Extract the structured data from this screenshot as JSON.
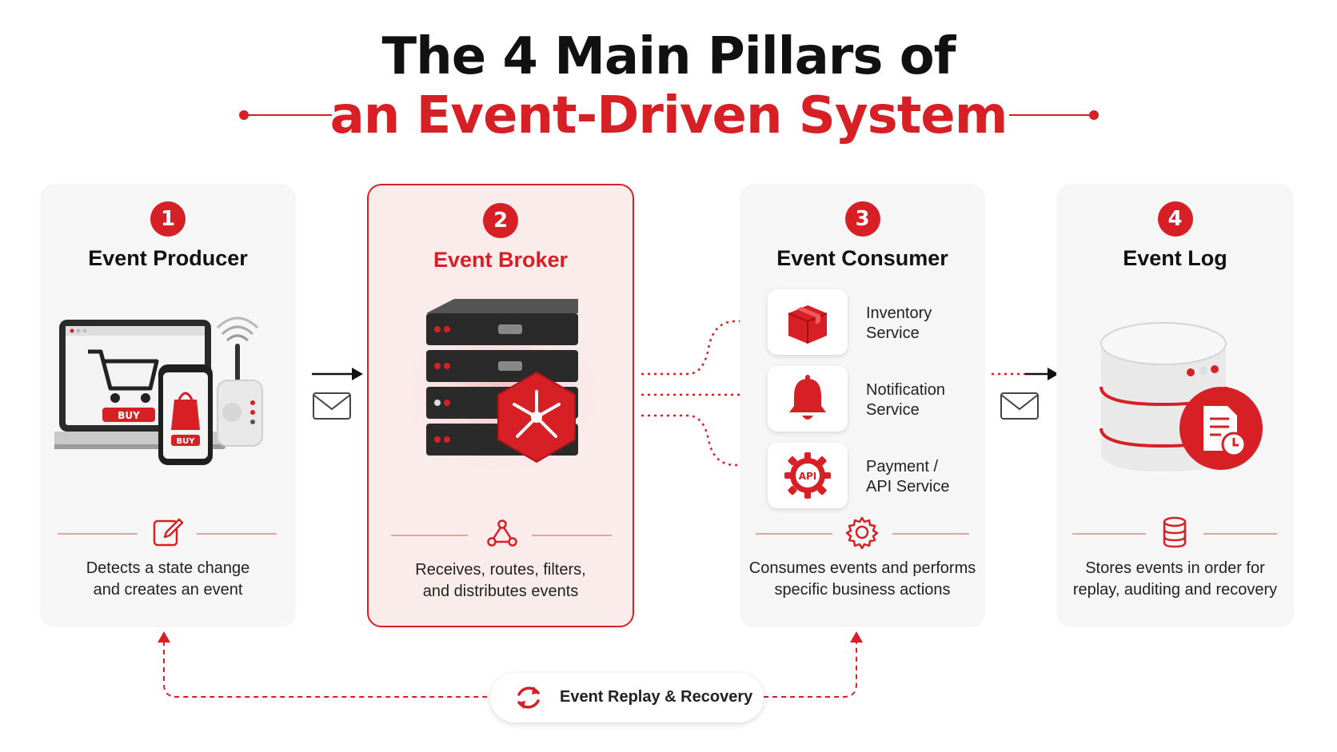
{
  "title": {
    "line1": "The 4 Main Pillars of",
    "line2": "an Event-Driven System"
  },
  "pillars": [
    {
      "number": "1",
      "title": "Event Producer",
      "description_line1": "Detects a state change",
      "description_line2": "and creates an event",
      "illustration": {
        "button_laptop": "BUY",
        "button_phone": "BUY"
      },
      "icon": "edit-icon"
    },
    {
      "number": "2",
      "title": "Event Broker",
      "description_line1": "Receives, routes, filters,",
      "description_line2": "and distributes events",
      "icon": "network-icon"
    },
    {
      "number": "3",
      "title": "Event Consumer",
      "description_line1": "Consumes events and performs",
      "description_line2": "specific business actions",
      "icon": "gear-icon",
      "services": [
        {
          "line1": "Inventory",
          "line2": "Service",
          "icon": "package-icon"
        },
        {
          "line1": "Notification",
          "line2": "Service",
          "icon": "bell-icon"
        },
        {
          "line1": "Payment /",
          "line2": "API Service",
          "icon": "api-gear-icon",
          "badge": "API"
        }
      ]
    },
    {
      "number": "4",
      "title": "Event Log",
      "description_line1": "Stores events in order for",
      "description_line2": "replay, auditing and recovery",
      "icon": "database-icon"
    }
  ],
  "replay": {
    "label": "Event Replay & Recovery",
    "icon": "refresh-icon"
  },
  "colors": {
    "accent": "#d71f26",
    "card": "#f6f6f6",
    "broker_card": "#fbecec"
  }
}
